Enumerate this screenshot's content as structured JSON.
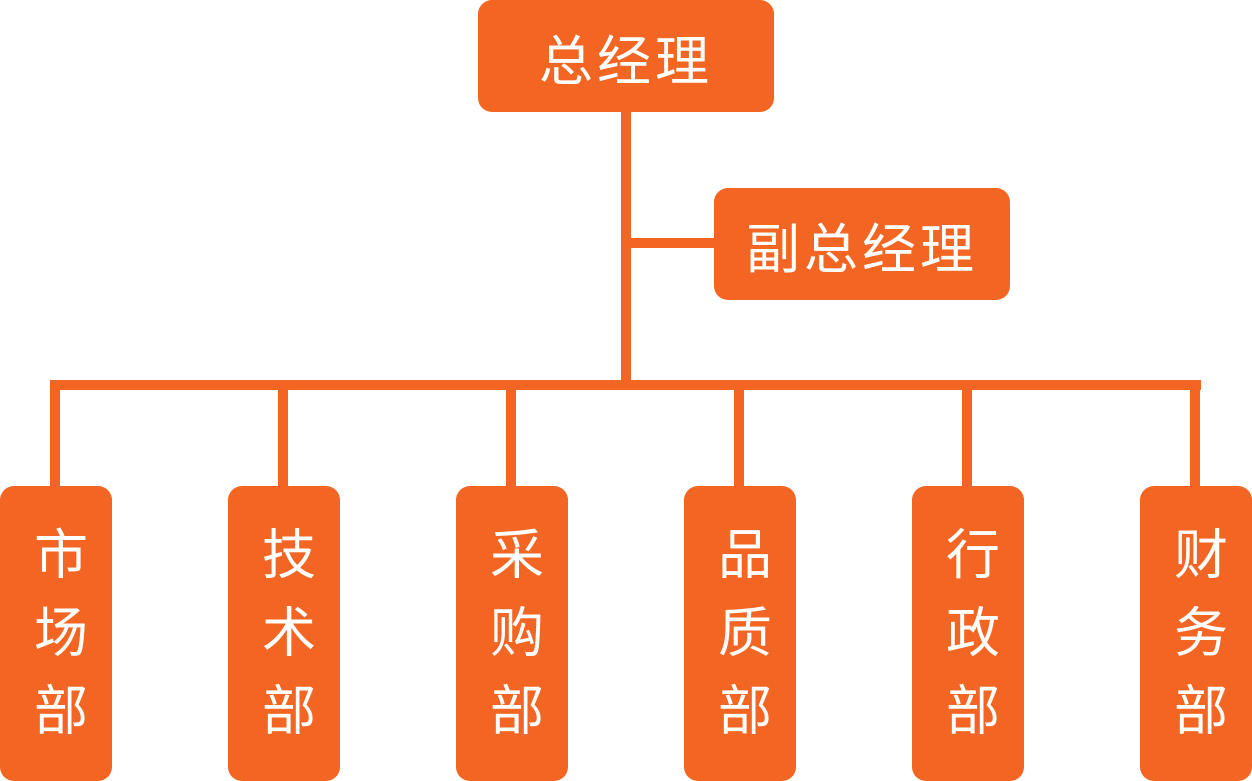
{
  "colors": {
    "accent": "#F26522",
    "text": "#FFFFFF",
    "background": "#FFFFFF"
  },
  "top": {
    "label": "总经理"
  },
  "deputy": {
    "label": "副总经理"
  },
  "departments": [
    {
      "label": "市场部"
    },
    {
      "label": "技术部"
    },
    {
      "label": "采购部"
    },
    {
      "label": "品质部"
    },
    {
      "label": "行政部"
    },
    {
      "label": "财务部"
    }
  ]
}
